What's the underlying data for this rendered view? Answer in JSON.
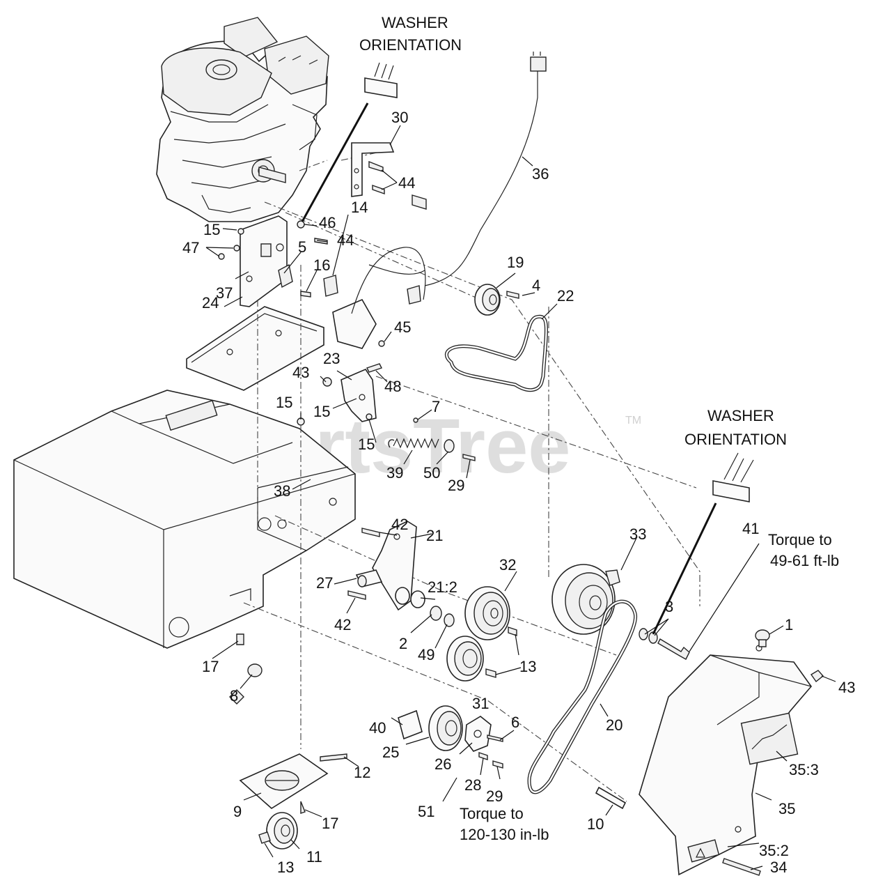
{
  "watermark": {
    "text": "PartsTree",
    "tm": "TM"
  },
  "notes": {
    "washer_orientation_top": [
      "WASHER",
      "ORIENTATION"
    ],
    "washer_orientation_right": [
      "WASHER",
      "ORIENTATION"
    ],
    "torque_clutch": [
      "Torque to",
      "49-61 ft-lb"
    ],
    "torque_hub": [
      "Torque to",
      "120-130 in-lb"
    ]
  },
  "callouts": [
    "30",
    "44",
    "36",
    "15",
    "46",
    "44",
    "47",
    "5",
    "16",
    "14",
    "19",
    "4",
    "22",
    "37",
    "24",
    "45",
    "23",
    "48",
    "43",
    "15",
    "15",
    "7",
    "15",
    "39",
    "50",
    "29",
    "38",
    "42",
    "21",
    "33",
    "41",
    "21:2",
    "32",
    "27",
    "3",
    "42",
    "2",
    "49",
    "13",
    "1",
    "17",
    "31",
    "43",
    "8",
    "20",
    "40",
    "6",
    "25",
    "26",
    "12",
    "28",
    "35:3",
    "29",
    "9",
    "17",
    "51",
    "10",
    "35",
    "11",
    "35:2",
    "13",
    "34"
  ]
}
